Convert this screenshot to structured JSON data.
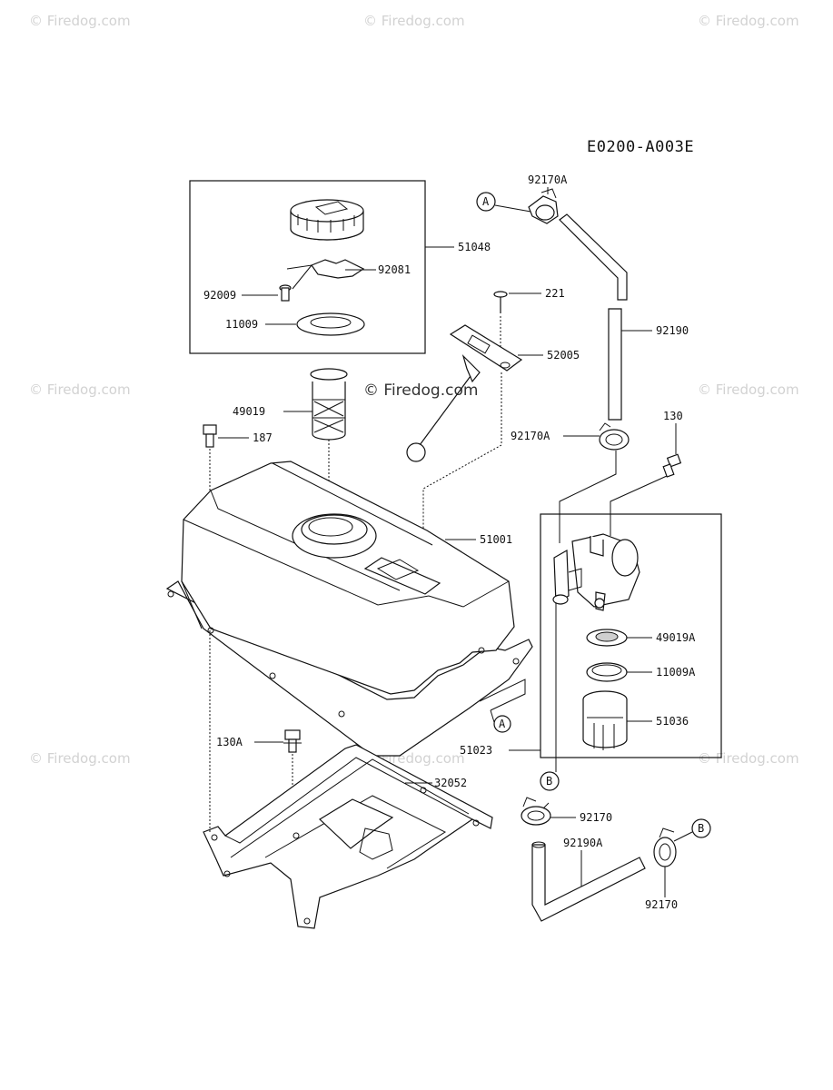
{
  "diagram_id": "E0200-A003E",
  "watermark": "© Firedog.com",
  "callouts": {
    "A": "A",
    "B": "B"
  },
  "parts": {
    "p51048": "51048",
    "p92081": "92081",
    "p92009": "92009",
    "p11009": "11009",
    "p221": "221",
    "p52005": "52005",
    "p49019": "49019",
    "p187": "187",
    "p51001": "51001",
    "p92170A_top": "92170A",
    "p92190": "92190",
    "p92170A_mid": "92170A",
    "p130": "130",
    "p49019A": "49019A",
    "p11009A": "11009A",
    "p51036": "51036",
    "p51023": "51023",
    "p130A": "130A",
    "p32052": "32052",
    "p92170_a": "92170",
    "p92190A": "92190A",
    "p92170_b": "92170"
  }
}
